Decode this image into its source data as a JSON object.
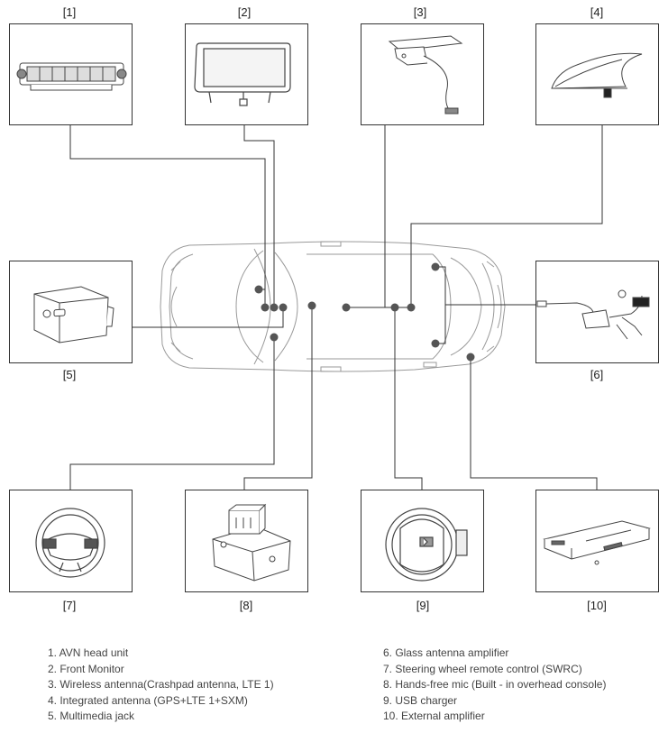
{
  "labels": {
    "c1": "[1]",
    "c2": "[2]",
    "c3": "[3]",
    "c4": "[4]",
    "c5": "[5]",
    "c6": "[6]",
    "c7": "[7]",
    "c8": "[8]",
    "c9": "[9]",
    "c10": "[10]"
  },
  "legend_left": [
    "1. AVN head unit",
    "2. Front Monitor",
    "3. Wireless antenna(Crashpad antenna, LTE 1)",
    "4. Integrated antenna (GPS+LTE 1+SXM)",
    "5. Multimedia jack"
  ],
  "legend_right": [
    "6. Glass antenna amplifier",
    "7. Steering wheel remote control (SWRC)",
    "8. Hands-free mic (Built - in overhead console)",
    "9. USB charger",
    "10. External amplifier"
  ],
  "colors": {
    "line": "#333333",
    "dot": "#555555",
    "car": "#9a9a9a",
    "part": "#444444"
  }
}
